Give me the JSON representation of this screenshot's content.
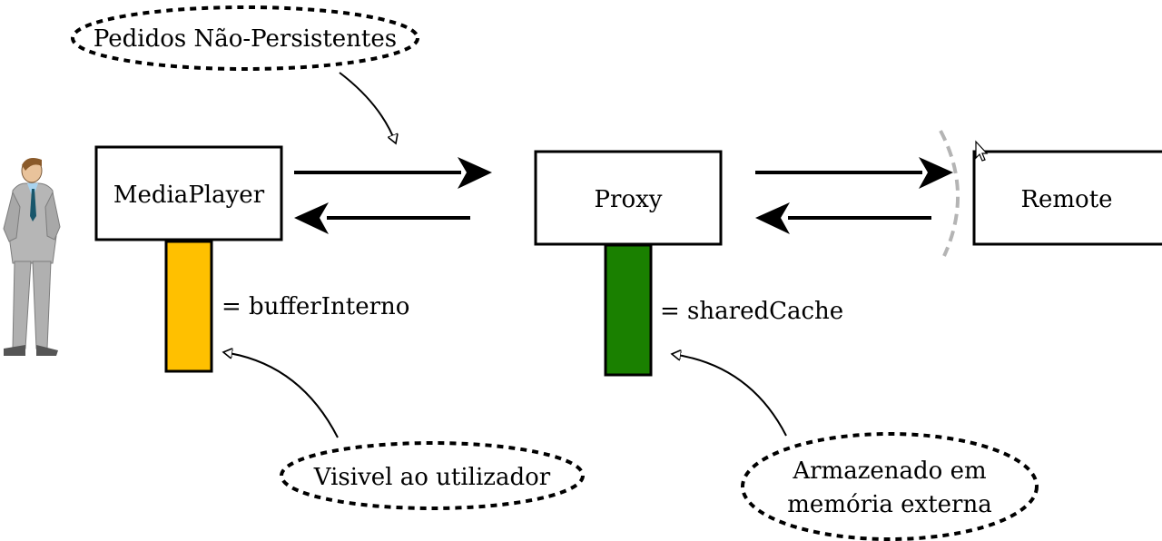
{
  "callouts": {
    "top": "Pedidos Não-Persistentes",
    "bottom_left": "Visivel ao utilizador",
    "bottom_right_line1": "Armazenado em",
    "bottom_right_line2": "memória externa"
  },
  "boxes": {
    "media_player": "MediaPlayer",
    "proxy": "Proxy",
    "remote": "Remote"
  },
  "buffers": {
    "internal_label": "= bufferInterno",
    "shared_label": "= sharedCache",
    "internal_color": "#ffc000",
    "shared_color": "#1a8000"
  },
  "icons": {
    "user": "user-person-icon",
    "cursor": "mouse-cursor-icon"
  }
}
